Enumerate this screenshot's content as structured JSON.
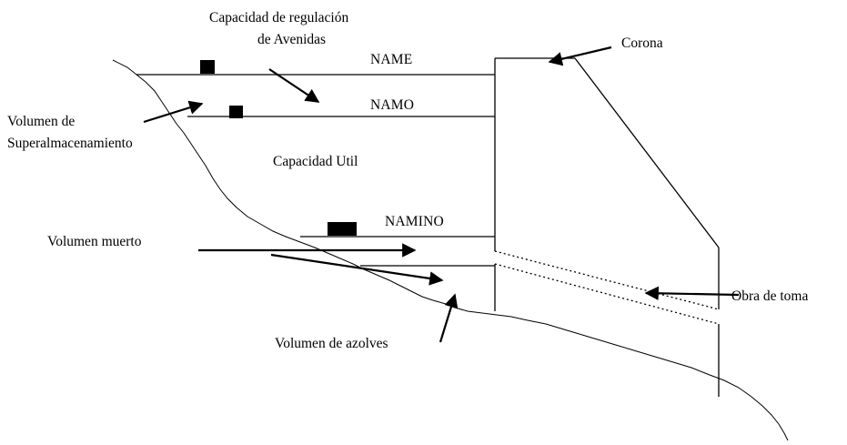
{
  "labels": {
    "capacidad_regulacion_line1": "Capacidad de regulación",
    "capacidad_regulacion_line2": "de Avenidas",
    "corona": "Corona",
    "name": "NAME",
    "namo": "NAMO",
    "volumen_super_line1": "Volumen de",
    "volumen_super_line2": "Superalmacenamiento",
    "capacidad_util": "Capacidad Util",
    "namino": "NAMINO",
    "volumen_muerto": "Volumen muerto",
    "obra_de_toma": "Obra de toma",
    "volumen_azolves": "Volumen de azolves"
  },
  "colors": {
    "ink": "#000000",
    "background": "#ffffff"
  }
}
